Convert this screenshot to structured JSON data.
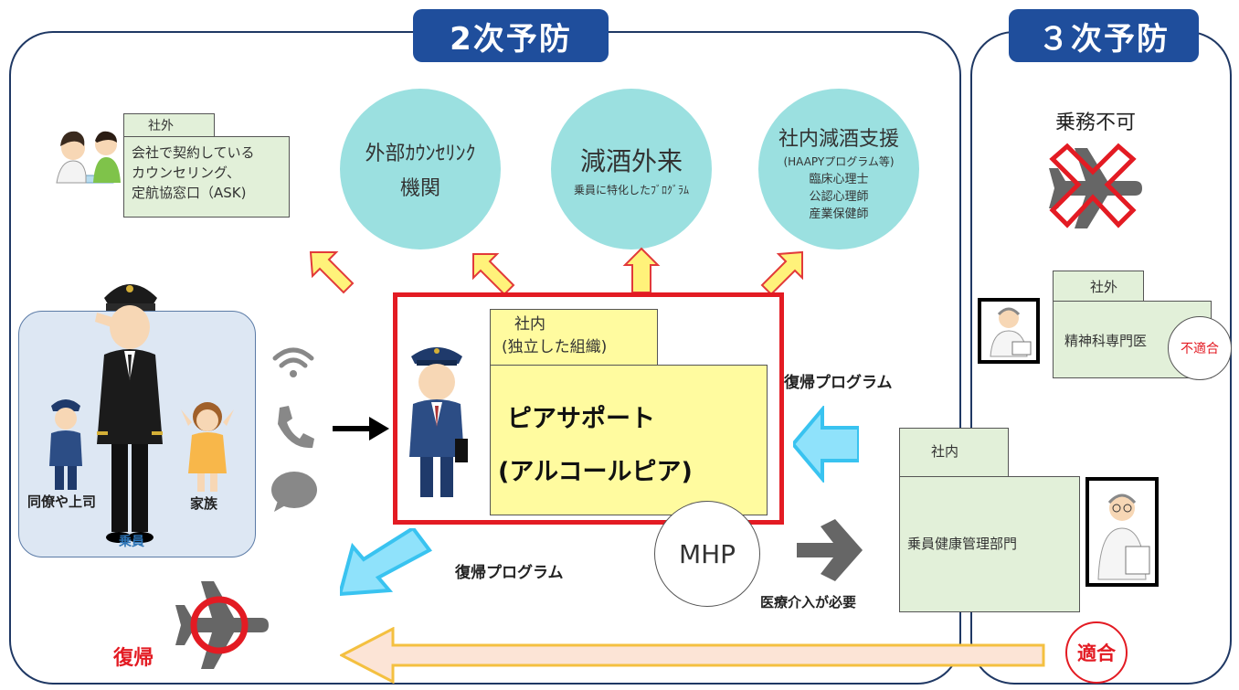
{
  "secondary": {
    "title": "2次予防",
    "outside_folder": {
      "tab": "社外",
      "lines": [
        "会社で契約している",
        "カウンセリング、",
        "定航協窓口（ASK)"
      ]
    },
    "circles": [
      {
        "title_lines": [
          "外部ｶｳﾝｾﾘﾝｸ",
          "機関"
        ],
        "sub_lines": []
      },
      {
        "title_lines": [
          "減酒外来"
        ],
        "sub_lines": [
          "乗員に特化したﾌﾞﾛｸﾞﾗﾑ"
        ]
      },
      {
        "title_lines": [
          "社内減酒支援"
        ],
        "sub_lines": [
          "(HAAPYプログラム等)",
          "臨床心理士",
          "公認心理師",
          "産業保健師"
        ]
      }
    ],
    "crew_group": {
      "colleague_label": "同僚や上司",
      "family_label": "家族",
      "crew_label": "乗員"
    },
    "peer_support": {
      "tab_lines": [
        "社内",
        "(独立した組織)"
      ],
      "title": "ピアサポート",
      "subtitle": "(アルコールピア)"
    },
    "mhp_label": "MHP",
    "return_program_right": "復帰プログラム",
    "return_program_bottom": "復帰プログラム",
    "medical_intervention": "医療介入が必要",
    "return_label": "復帰"
  },
  "tertiary": {
    "title": "３次予防",
    "unfit_duty": "乗務不可",
    "psychiatrist_folder": {
      "tab": "社外",
      "body": "精神科専門医",
      "badge": "不適合"
    },
    "health_folder": {
      "tab": "社内",
      "body": "乗員健康管理部門"
    },
    "fit_badge": "適合"
  },
  "colors": {
    "navy": "#1f4e9c",
    "border": "#1f3864",
    "circle": "#9be0e0",
    "green_note": "#e2f0d9",
    "yellow_note": "#fffb9f",
    "red": "#e31b23",
    "arrow_cyan": "#39c3f0",
    "arrow_yellow": "#fff27a"
  }
}
